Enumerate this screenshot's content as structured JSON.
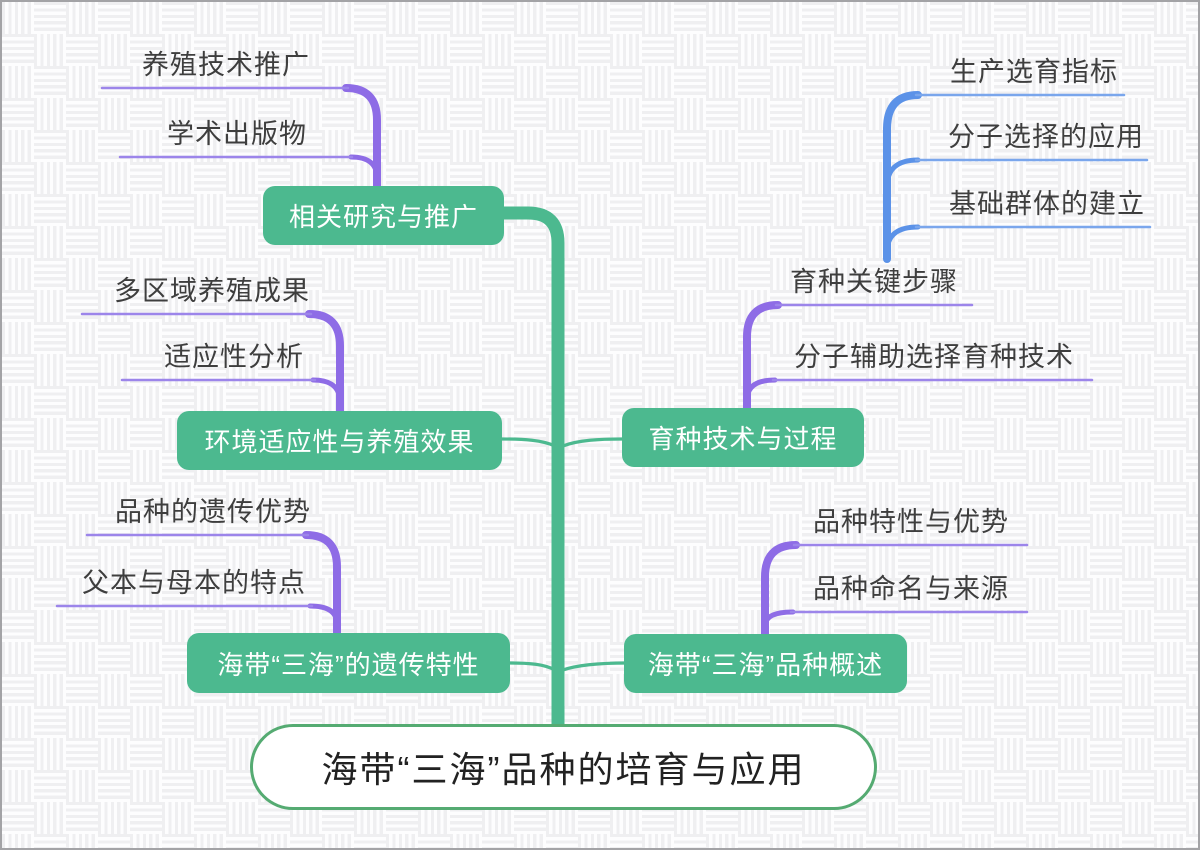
{
  "title": "海带“三海”品种的培育与应用",
  "colors": {
    "green": "#4cb98f",
    "root-border": "#55ab72",
    "purple": "#8e6ce6",
    "purple-line": "#9c85ea",
    "blue": "#5b92e8",
    "blue-line": "#7aa6ec",
    "text": "#3e3e3e",
    "bg": "#fdfdfe",
    "stripe": "#efeff1"
  },
  "root": {
    "label": "海带“三海”品种的培育与应用"
  },
  "branches": [
    {
      "label": "相关研究与推广",
      "children": [
        {
          "label": "养殖技术推广"
        },
        {
          "label": "学术出版物"
        }
      ]
    },
    {
      "label": "环境适应性与养殖效果",
      "children": [
        {
          "label": "多区域养殖成果"
        },
        {
          "label": "适应性分析"
        }
      ]
    },
    {
      "label": "海带“三海”的遗传特性",
      "children": [
        {
          "label": "品种的遗传优势"
        },
        {
          "label": "父本与母本的特点"
        }
      ]
    },
    {
      "label": "育种技术与过程",
      "children": [
        {
          "label": "育种关键步骤",
          "children": [
            {
              "label": "生产选育指标"
            },
            {
              "label": "分子选择的应用"
            },
            {
              "label": "基础群体的建立"
            }
          ]
        },
        {
          "label": "分子辅助选择育种技术"
        }
      ]
    },
    {
      "label": "海带“三海”品种概述",
      "children": [
        {
          "label": "品种特性与优势"
        },
        {
          "label": "品种命名与来源"
        }
      ]
    }
  ]
}
